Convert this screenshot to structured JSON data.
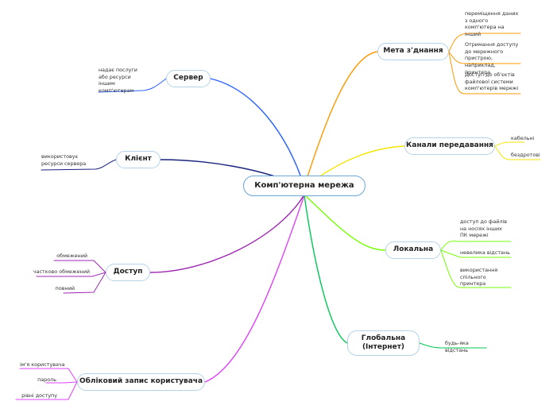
{
  "central": "Комп'ютерна мережа",
  "branches": [
    {
      "id": "server",
      "label": "Сервер",
      "color": "#2962ff",
      "leaves": [
        "надає послуги або ресурси іншим комп'ютерам"
      ]
    },
    {
      "id": "client",
      "label": "Клієнт",
      "color": "#1a237e",
      "leaves": [
        "використовує ресурси сервера"
      ]
    },
    {
      "id": "access",
      "label": "Доступ",
      "color": "#9c27b0",
      "leaves": [
        "обмежений",
        "частково обмежений",
        "повний"
      ]
    },
    {
      "id": "account",
      "label": "Обліковий запис користувача",
      "color": "#e040fb",
      "leaves": [
        "ім'я користувача",
        "пароль",
        "рівні доступу"
      ]
    },
    {
      "id": "goal",
      "label": "Мета з'днання",
      "color": "#ff9800",
      "leaves": [
        "переміщення даних з одного комп'ютера на інший",
        "Отримання доступу до мережного пристрою, наприклад, принтера",
        "Доступ до об'єктів файлової системи комп'ютерів мережі"
      ]
    },
    {
      "id": "channels",
      "label": "Канали передавання",
      "color": "#f4e500",
      "leaves": [
        "кабельні",
        "бездротові"
      ]
    },
    {
      "id": "local",
      "label": "Локальна",
      "color": "#76ff03",
      "leaves": [
        "доступ до файлів на носіях інших ПК мережі",
        "невелика відстань",
        "використання спільного принтера"
      ]
    },
    {
      "id": "global",
      "label": "Глобальна (Інтернет)",
      "color": "#00c853",
      "leaves": [
        "будь-яка відстань"
      ]
    }
  ]
}
